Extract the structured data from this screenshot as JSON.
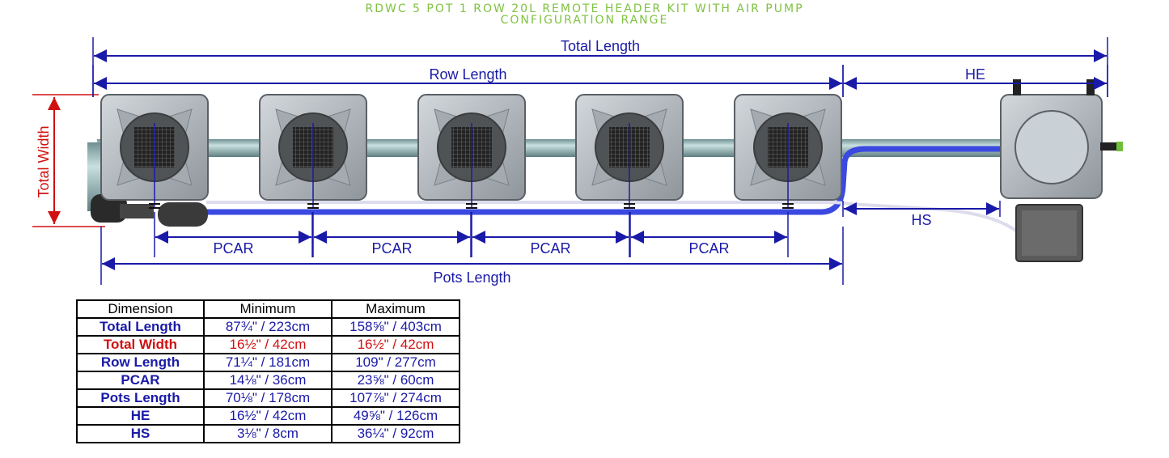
{
  "title": {
    "line1": "RDWC 5 POT 1 ROW 20L REMOTE HEADER KIT WITH AIR PUMP",
    "line2": "CONFIGURATION RANGE"
  },
  "colors": {
    "title_green": "#7fc241",
    "dimension_blue": "#1a1aa8",
    "width_red": "#d01010",
    "hose_blue": "#3b49e0",
    "pipe_teal": "#9fc2c4",
    "pot_grey": "#b6bcc2"
  },
  "labels": {
    "total_length": "Total Length",
    "row_length": "Row Length",
    "he": "HE",
    "total_width": "Total Width",
    "hs": "HS",
    "pcar": [
      "PCAR",
      "PCAR",
      "PCAR",
      "PCAR"
    ],
    "pots_length": "Pots Length"
  },
  "table": {
    "headers": [
      "Dimension",
      "Minimum",
      "Maximum"
    ],
    "rows": [
      {
        "name": "Total Length",
        "min": "87¾\" / 223cm",
        "max": "158⅝\" / 403cm",
        "color": "#1a1aa8"
      },
      {
        "name": "Total Width",
        "min": "16½\" / 42cm",
        "max": "16½\" / 42cm",
        "color": "#d01010"
      },
      {
        "name": "Row Length",
        "min": "71¼\" / 181cm",
        "max": "109\" / 277cm",
        "color": "#1a1aa8"
      },
      {
        "name": "PCAR",
        "min": "14⅛\" / 36cm",
        "max": "23⅝\" / 60cm",
        "color": "#1a1aa8"
      },
      {
        "name": "Pots Length",
        "min": "70⅛\" / 178cm",
        "max": "107⅞\" / 274cm",
        "color": "#1a1aa8"
      },
      {
        "name": "HE",
        "min": "16½\" / 42cm",
        "max": "49⅝\" / 126cm",
        "color": "#1a1aa8"
      },
      {
        "name": "HS",
        "min": "3⅛\" / 8cm",
        "max": "36¼\" / 92cm",
        "color": "#1a1aa8"
      }
    ]
  }
}
